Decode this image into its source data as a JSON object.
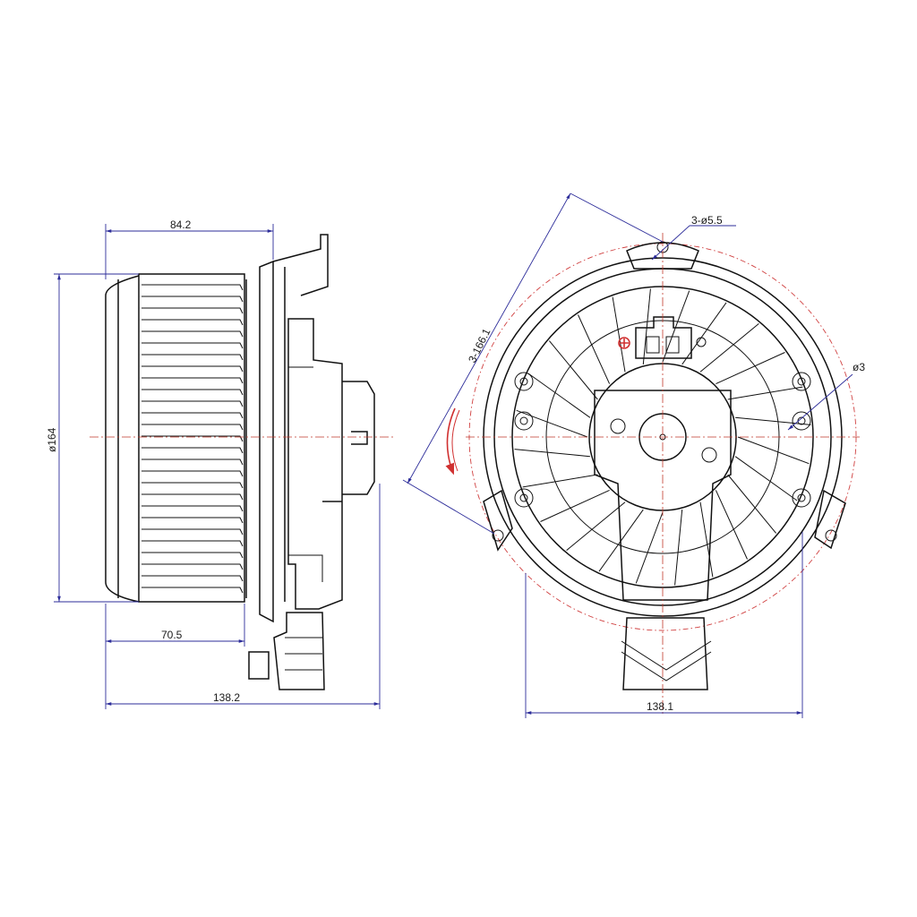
{
  "dimensions": {
    "width_front": "84.2",
    "depth_fan": "70.5",
    "width_overall": "138.2",
    "diameter_side": "ø164",
    "bolt_circle": "3-166.1",
    "holes": "3-ø5.5",
    "small_hole": "ø3",
    "width_rear": "138.1"
  },
  "colors": {
    "line": "#111111",
    "dimension": "#2d2d9a",
    "centerline": "#c0392b",
    "rotation_arrow": "#d03030"
  },
  "icons": [
    "rotation-arrow-icon",
    "plus-terminal-icon"
  ]
}
